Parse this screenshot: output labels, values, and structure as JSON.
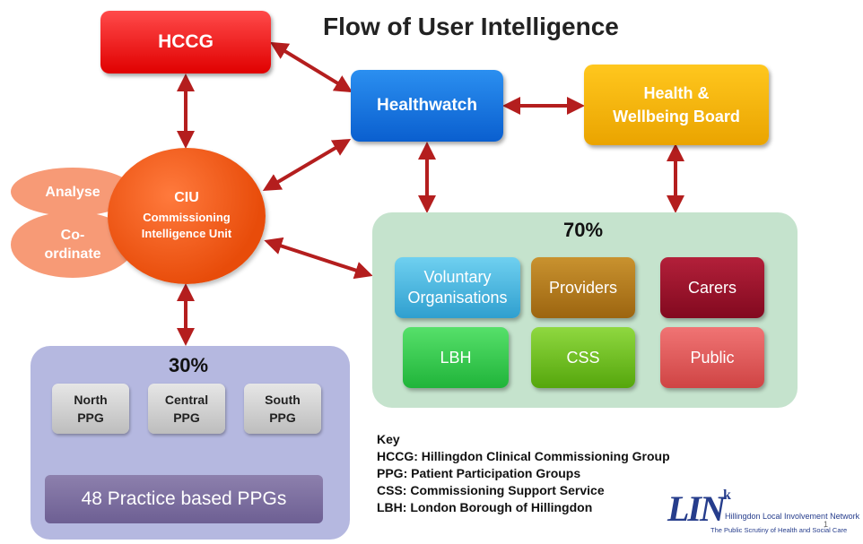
{
  "title": "Flow of User Intelligence",
  "nodes": {
    "hccg": "HCCG",
    "healthwatch": "Healthwatch",
    "health_wellbeing": [
      "Health &",
      "Wellbeing Board"
    ],
    "analyse": "Analyse",
    "coordinate": [
      "Co-",
      "ordinate"
    ],
    "ciu": {
      "abbr": "CIU",
      "full": [
        "Commissioning",
        "Intelligence Unit"
      ]
    }
  },
  "group70": {
    "percent": "70%",
    "voluntary": [
      "Voluntary",
      "Organisations"
    ],
    "providers": "Providers",
    "carers": "Carers",
    "lbh": "LBH",
    "css": "CSS",
    "public": "Public"
  },
  "group30": {
    "percent": "30%",
    "north": [
      "North",
      "PPG"
    ],
    "central": [
      "Central",
      "PPG"
    ],
    "south": [
      "South",
      "PPG"
    ],
    "practice": "48 Practice based PPGs"
  },
  "key": {
    "heading": "Key",
    "lines": [
      "HCCG: Hillingdon Clinical Commissioning Group",
      "PPG: Patient Participation Groups",
      "CSS: Commissioning Support Service",
      "LBH: London Borough of Hillingdon"
    ]
  },
  "logo": {
    "mark": "LINk",
    "line1": "Hillingdon Local Involvement Network",
    "line2": "The Public Scrutiny of Health and Social Care"
  },
  "page_number": "1",
  "colors": {
    "arrow": "#b41e1e"
  }
}
